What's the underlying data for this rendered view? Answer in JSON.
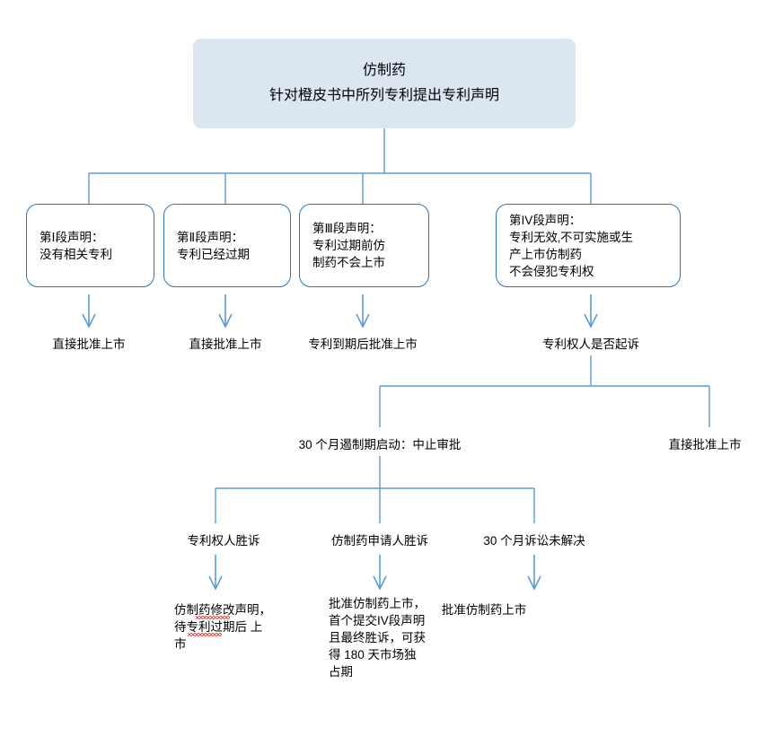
{
  "diagram": {
    "title_node": {
      "line1": "仿制药",
      "line2": "针对橙皮书中所列专利提出专利声明",
      "fill": "#dce6f1"
    },
    "colors": {
      "box_border": "#2e75b6",
      "connector": "#5b9bd5",
      "header_fill": "#dce6f1",
      "text": "#000000",
      "spellcheck_underline": "#e03a3a"
    },
    "declaration_boxes": [
      {
        "id": "box-1",
        "text": "第Ⅰ段声明：\n没有相关专利"
      },
      {
        "id": "box-2",
        "text": "第Ⅱ段声明：\n专利已经过期"
      },
      {
        "id": "box-3",
        "text": "第Ⅲ段声明：\n专利过期前仿\n制药不会上市"
      },
      {
        "id": "box-4",
        "text": "第IV段声明：\n专利无效‚不可实施或生\n产上市仿制药\n不会侵犯专利权"
      }
    ],
    "level_a_labels": [
      {
        "id": "lbl-a1",
        "text": "直接批准上市"
      },
      {
        "id": "lbl-a2",
        "text": "直接批准上市"
      },
      {
        "id": "lbl-a3",
        "text": "专利到期后批准上市"
      },
      {
        "id": "lbl-a4",
        "text": "专利权人是否起诉"
      }
    ],
    "level_b_labels": [
      {
        "id": "lbl-b1",
        "text": "30 个月遏制期启动：中止审批"
      },
      {
        "id": "lbl-b2",
        "text": "直接批准上市"
      }
    ],
    "level_c_labels": [
      {
        "id": "lbl-c1",
        "text": "专利权人胜诉"
      },
      {
        "id": "lbl-c2",
        "text": "仿制药申请人胜诉"
      },
      {
        "id": "lbl-c3",
        "text": "30 个月诉讼未解决"
      }
    ],
    "level_d_labels": [
      {
        "id": "lbl-d1",
        "text": "仿制药修改声明，待专利过期后 上 市"
      },
      {
        "id": "lbl-d2",
        "text": "批准仿制药上市，首个提交IV段声明且最终胜诉，可获得 180 天市场独占期"
      },
      {
        "id": "lbl-d3",
        "text": "批准仿制药上市"
      }
    ]
  }
}
